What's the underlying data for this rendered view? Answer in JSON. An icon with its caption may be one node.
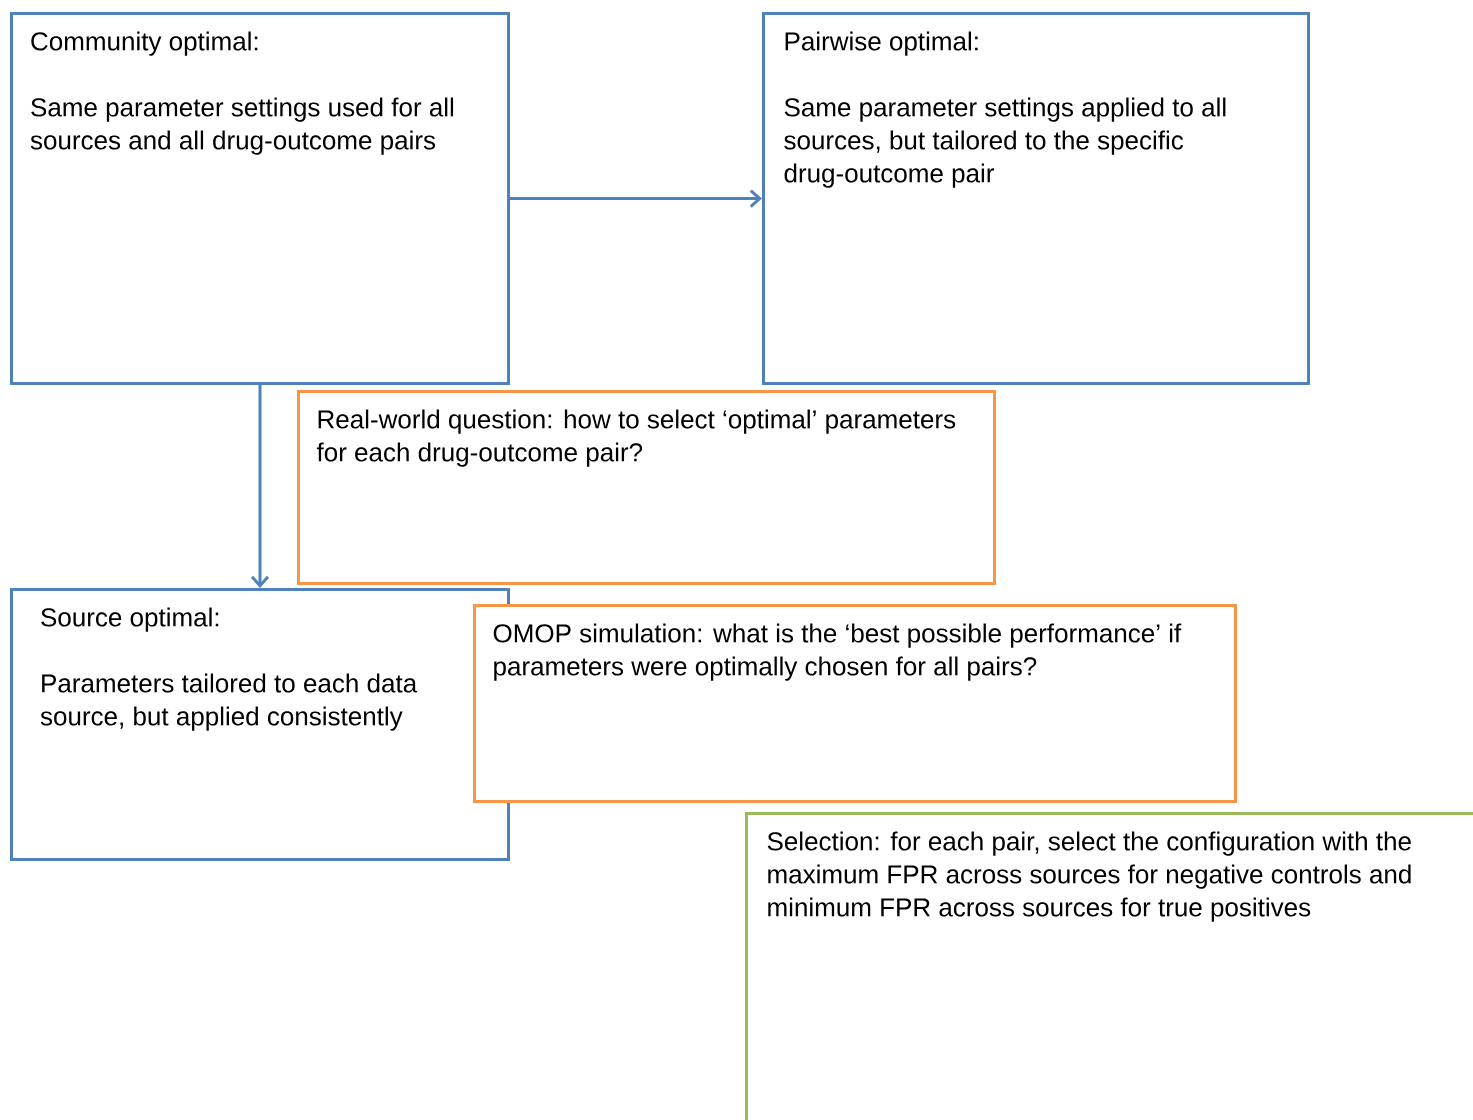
{
  "diagram": {
    "nodes": [
      {
        "text": [
          "Community optimal:",
          "Same parameter settings used for all sources and all drug-outcome pairs"
        ]
      },
      {
        "text": [
          "Pairwise optimal:",
          "Same parameter settings applied to all sources, but tailored to the specific drug-outcome pair"
        ]
      },
      {
        "text": [
          "Source optimal:",
          "Parameters tailored to each data source, but applied consistently"
        ]
      },
      {
        "text": [
          "Real-world question:  how to select ‘optimal’ parameters for each drug-outcome pair?"
        ]
      },
      {
        "text": [
          "OMOP simulation:  what is the ‘best possible performance’ if parameters were optimally chosen for all pairs?"
        ]
      },
      {
        "text": [
          "Selection:  for each pair, select the configuration with the maximum FPR across sources for negative controls and minimum FPR across sources for true positives"
        ]
      }
    ],
    "edges": [
      {
        "from": 0,
        "to": 1,
        "arrow": "to"
      },
      {
        "from": 0,
        "to": 2,
        "arrow": "to"
      }
    ]
  }
}
